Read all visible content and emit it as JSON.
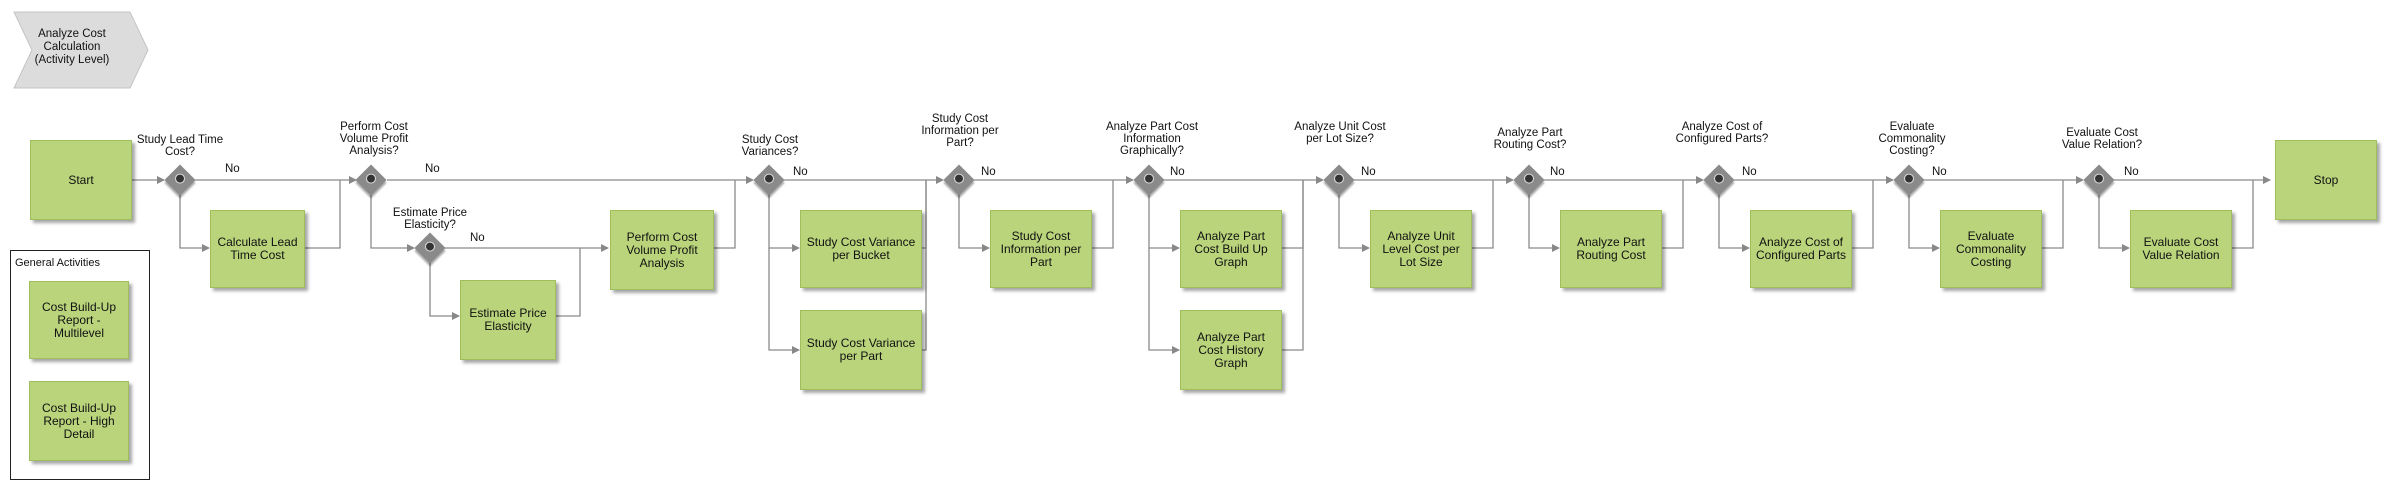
{
  "header": {
    "title": "Analyze Cost Calculation (Activity Level)"
  },
  "legend": {
    "title": "General Activities",
    "items": [
      "Cost Build-Up Report - Multilevel",
      "Cost Build-Up Report - High Detail"
    ]
  },
  "start": "Start",
  "stop": "Stop",
  "no_label": "No",
  "gateways": [
    "Study Lead Time Cost?",
    "Perform Cost Volume Profit Analysis?",
    "Estimate Price Elasticity?",
    "Study Cost Variances?",
    "Study Cost Information per Part?",
    "Analyze Part Cost Information Graphically?",
    "Analyze Unit Cost per Lot Size?",
    "Analyze Part Routing Cost?",
    "Analyze Cost of Configured Parts?",
    "Evaluate Commonality Costing?",
    "Evaluate Cost Value Relation?"
  ],
  "activities": [
    "Calculate Lead Time Cost",
    "Estimate Price Elasticity",
    "Perform Cost Volume Profit Analysis",
    "Study Cost Variance per Bucket",
    "Study Cost Variance per Part",
    "Study Cost Information per Part",
    "Analyze Part Cost Build Up Graph",
    "Analyze Part Cost History Graph",
    "Analyze Unit Level Cost per Lot Size",
    "Analyze Part Routing Cost",
    "Analyze Cost of Configured Parts",
    "Evaluate Commonality Costing",
    "Evaluate Cost Value Relation"
  ]
}
